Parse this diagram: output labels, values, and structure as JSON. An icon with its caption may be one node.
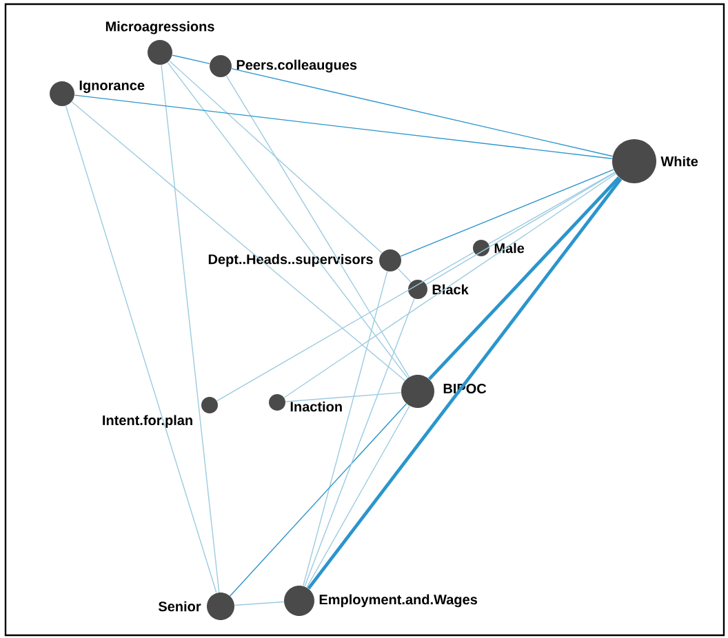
{
  "diagram": {
    "nodes": [
      {
        "text": [
          "Microagressions"
        ]
      },
      {
        "text": [
          "Peers.colleaugues"
        ]
      },
      {
        "text": [
          "Ignorance"
        ]
      },
      {
        "text": [
          "White"
        ]
      },
      {
        "text": [
          "Dept..Heads..supervisors"
        ]
      },
      {
        "text": [
          "Male"
        ]
      },
      {
        "text": [
          "Black"
        ]
      },
      {
        "text": [
          "Intent.for.plan"
        ]
      },
      {
        "text": [
          "Inaction"
        ]
      },
      {
        "text": [
          "BIPOC"
        ]
      },
      {
        "text": [
          "Senior"
        ]
      },
      {
        "text": [
          "Employment.and.Wages"
        ]
      }
    ],
    "edges": [
      {
        "from": 0,
        "to": 1,
        "arrow": "none",
        "color": "#2b95cc"
      },
      {
        "from": 0,
        "to": 10,
        "arrow": "none"
      },
      {
        "from": 0,
        "to": 9,
        "arrow": "none"
      },
      {
        "from": 0,
        "to": 4,
        "arrow": "none"
      },
      {
        "from": 1,
        "to": 3,
        "arrow": "none",
        "color": "#2b95cc"
      },
      {
        "from": 1,
        "to": 9,
        "arrow": "none"
      },
      {
        "from": 2,
        "to": 3,
        "arrow": "none",
        "color": "#2b95cc"
      },
      {
        "from": 2,
        "to": 10,
        "arrow": "none"
      },
      {
        "from": 2,
        "to": 9,
        "arrow": "none"
      },
      {
        "from": 4,
        "to": 3,
        "arrow": "none",
        "color": "#2b95cc"
      },
      {
        "from": 4,
        "to": 6,
        "arrow": "none"
      },
      {
        "from": 4,
        "to": 11,
        "arrow": "none"
      },
      {
        "from": 5,
        "to": 3,
        "arrow": "none"
      },
      {
        "from": 7,
        "to": 5,
        "arrow": "none"
      },
      {
        "from": 6,
        "to": 3,
        "arrow": "none"
      },
      {
        "from": 8,
        "to": 3,
        "arrow": "none"
      },
      {
        "from": 8,
        "to": 9,
        "arrow": "none"
      },
      {
        "from": 9,
        "to": 3,
        "arrow": "none",
        "style": "thick",
        "color": "#2b95cc"
      },
      {
        "from": 11,
        "to": 3,
        "arrow": "none",
        "style": "thick",
        "color": "#2b95cc"
      },
      {
        "from": 10,
        "to": 9,
        "arrow": "none",
        "color": "#2b95cc"
      },
      {
        "from": 10,
        "to": 11,
        "arrow": "none"
      },
      {
        "from": 11,
        "to": 9,
        "arrow": "none"
      },
      {
        "from": 11,
        "to": 6,
        "arrow": "none"
      }
    ]
  }
}
